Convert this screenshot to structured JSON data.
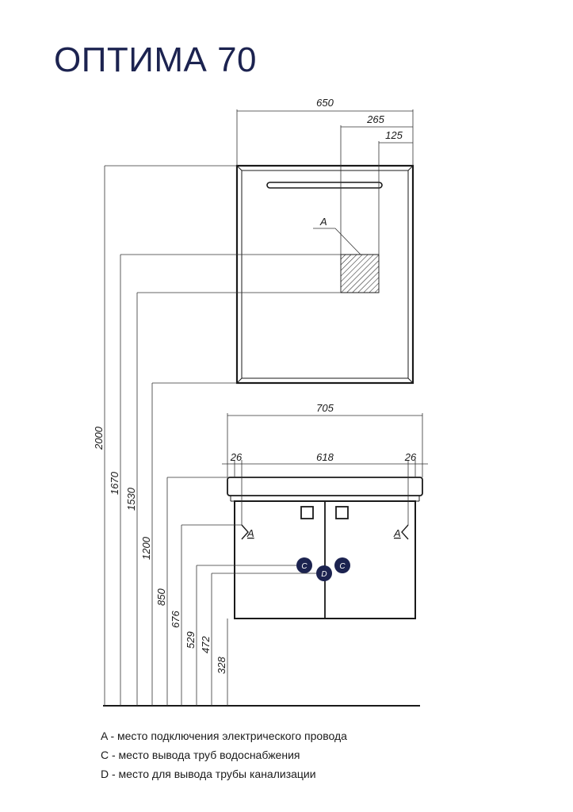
{
  "title": "ОПТИМА 70",
  "colors": {
    "title": "#1c2350",
    "marker": "#1c2350",
    "line": "#1a1a1a",
    "thin": "#333333"
  },
  "mirror": {
    "dims": {
      "width": "650",
      "offset_a": "265",
      "width_a": "125"
    },
    "marker_a": "A"
  },
  "cabinet": {
    "dims": {
      "width": "705",
      "inner": "618",
      "side_left": "26",
      "side_right": "26"
    },
    "marker_a_left": "A",
    "marker_a_right": "A",
    "marker_c_left": "C",
    "marker_c_right": "C",
    "marker_d": "D"
  },
  "heights": [
    "2000",
    "1670",
    "1530",
    "1200",
    "850",
    "676",
    "529",
    "472",
    "328"
  ],
  "legend": [
    "A - место подключения электрического провода",
    "C - место вывода труб водоснабжения",
    "D - место для вывода трубы канализации"
  ]
}
